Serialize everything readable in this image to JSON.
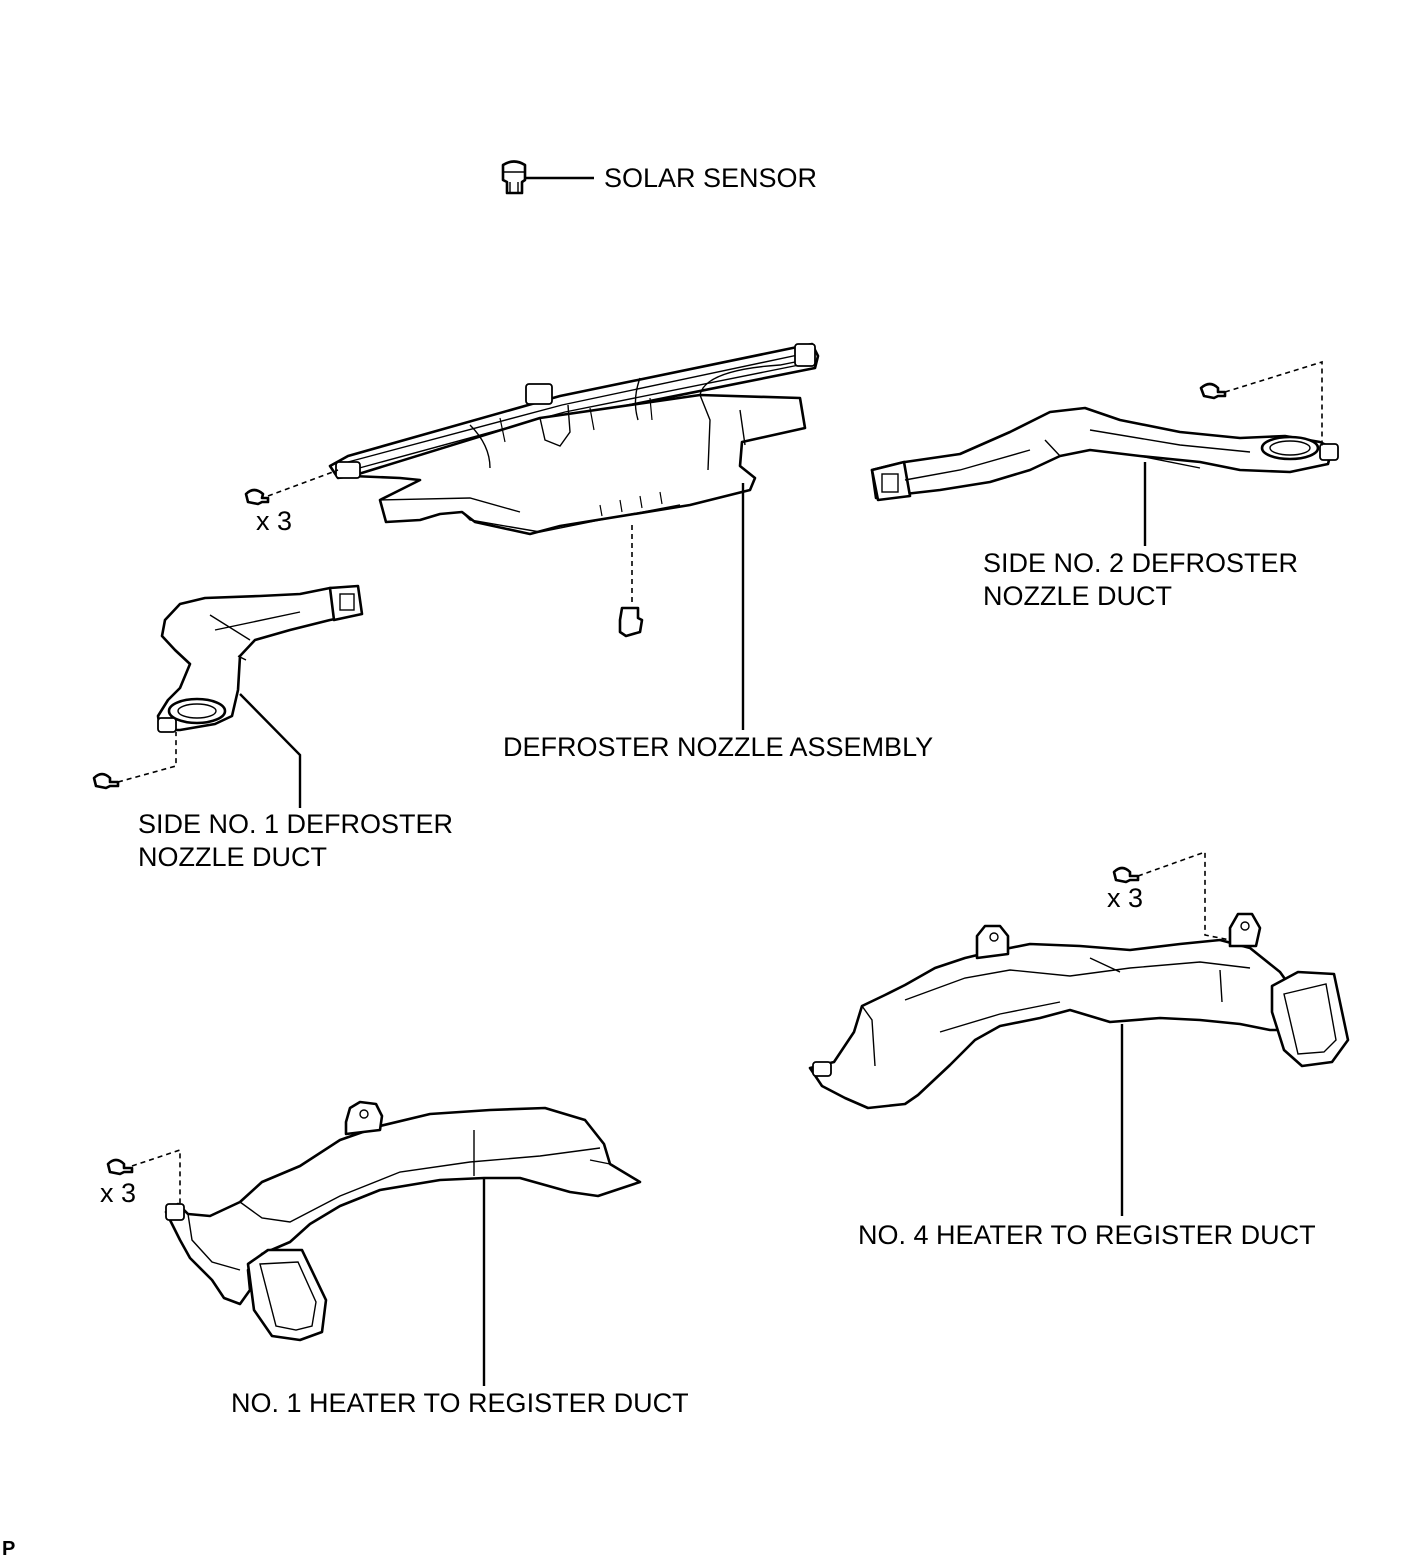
{
  "labels": {
    "solar_sensor": "SOLAR SENSOR",
    "defroster_nozzle_assembly": "DEFROSTER NOZZLE ASSEMBLY",
    "side_no2_line1": "SIDE NO. 2 DEFROSTER",
    "side_no2_line2": "NOZZLE DUCT",
    "side_no1_line1": "SIDE NO. 1 DEFROSTER",
    "side_no1_line2": "NOZZLE DUCT",
    "no4_duct": "NO. 4 HEATER TO REGISTER DUCT",
    "no1_duct": "NO. 1 HEATER TO REGISTER DUCT"
  },
  "fastener_counts": {
    "defroster_nozzle_clips": "x 3",
    "no4_duct_clips": "x 3",
    "no1_duct_clips": "x 3"
  },
  "corner_mark": "P"
}
